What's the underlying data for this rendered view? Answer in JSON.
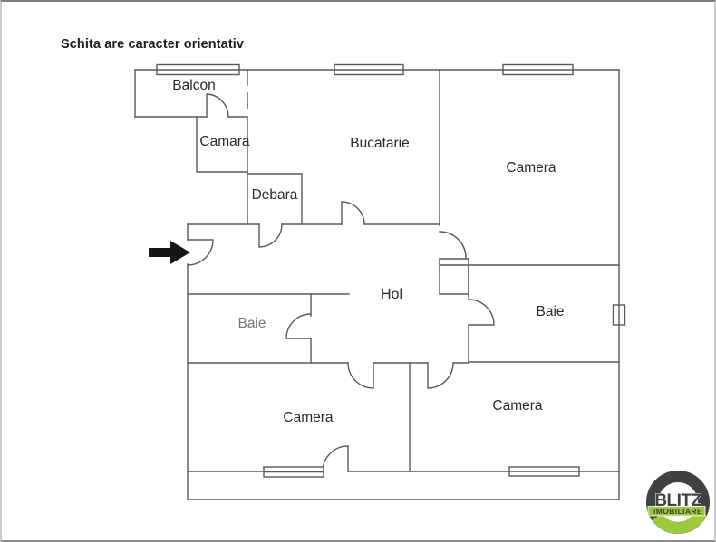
{
  "disclaimer": "Schita are caracter orientativ",
  "plan": {
    "rooms": [
      {
        "id": "balcon",
        "label": "Balcon"
      },
      {
        "id": "camara",
        "label": "Camara"
      },
      {
        "id": "bucatarie",
        "label": "Bucatarie"
      },
      {
        "id": "camera-top-right",
        "label": "Camera"
      },
      {
        "id": "debara",
        "label": "Debara"
      },
      {
        "id": "hol",
        "label": "Hol"
      },
      {
        "id": "baie-left",
        "label": "Baie"
      },
      {
        "id": "baie-right",
        "label": "Baie"
      },
      {
        "id": "camera-bottom-left",
        "label": "Camera"
      },
      {
        "id": "camera-bottom-right",
        "label": "Camera"
      }
    ]
  },
  "logo": {
    "brand": "BLITZ",
    "tagline": "IMOBILIARE",
    "ring_color": "#414042",
    "accent_color": "#9dca3d"
  },
  "colors": {
    "wall": "#58595b",
    "label": "#2b2a29",
    "label_muted": "#77787a",
    "arrow": "#161616"
  }
}
